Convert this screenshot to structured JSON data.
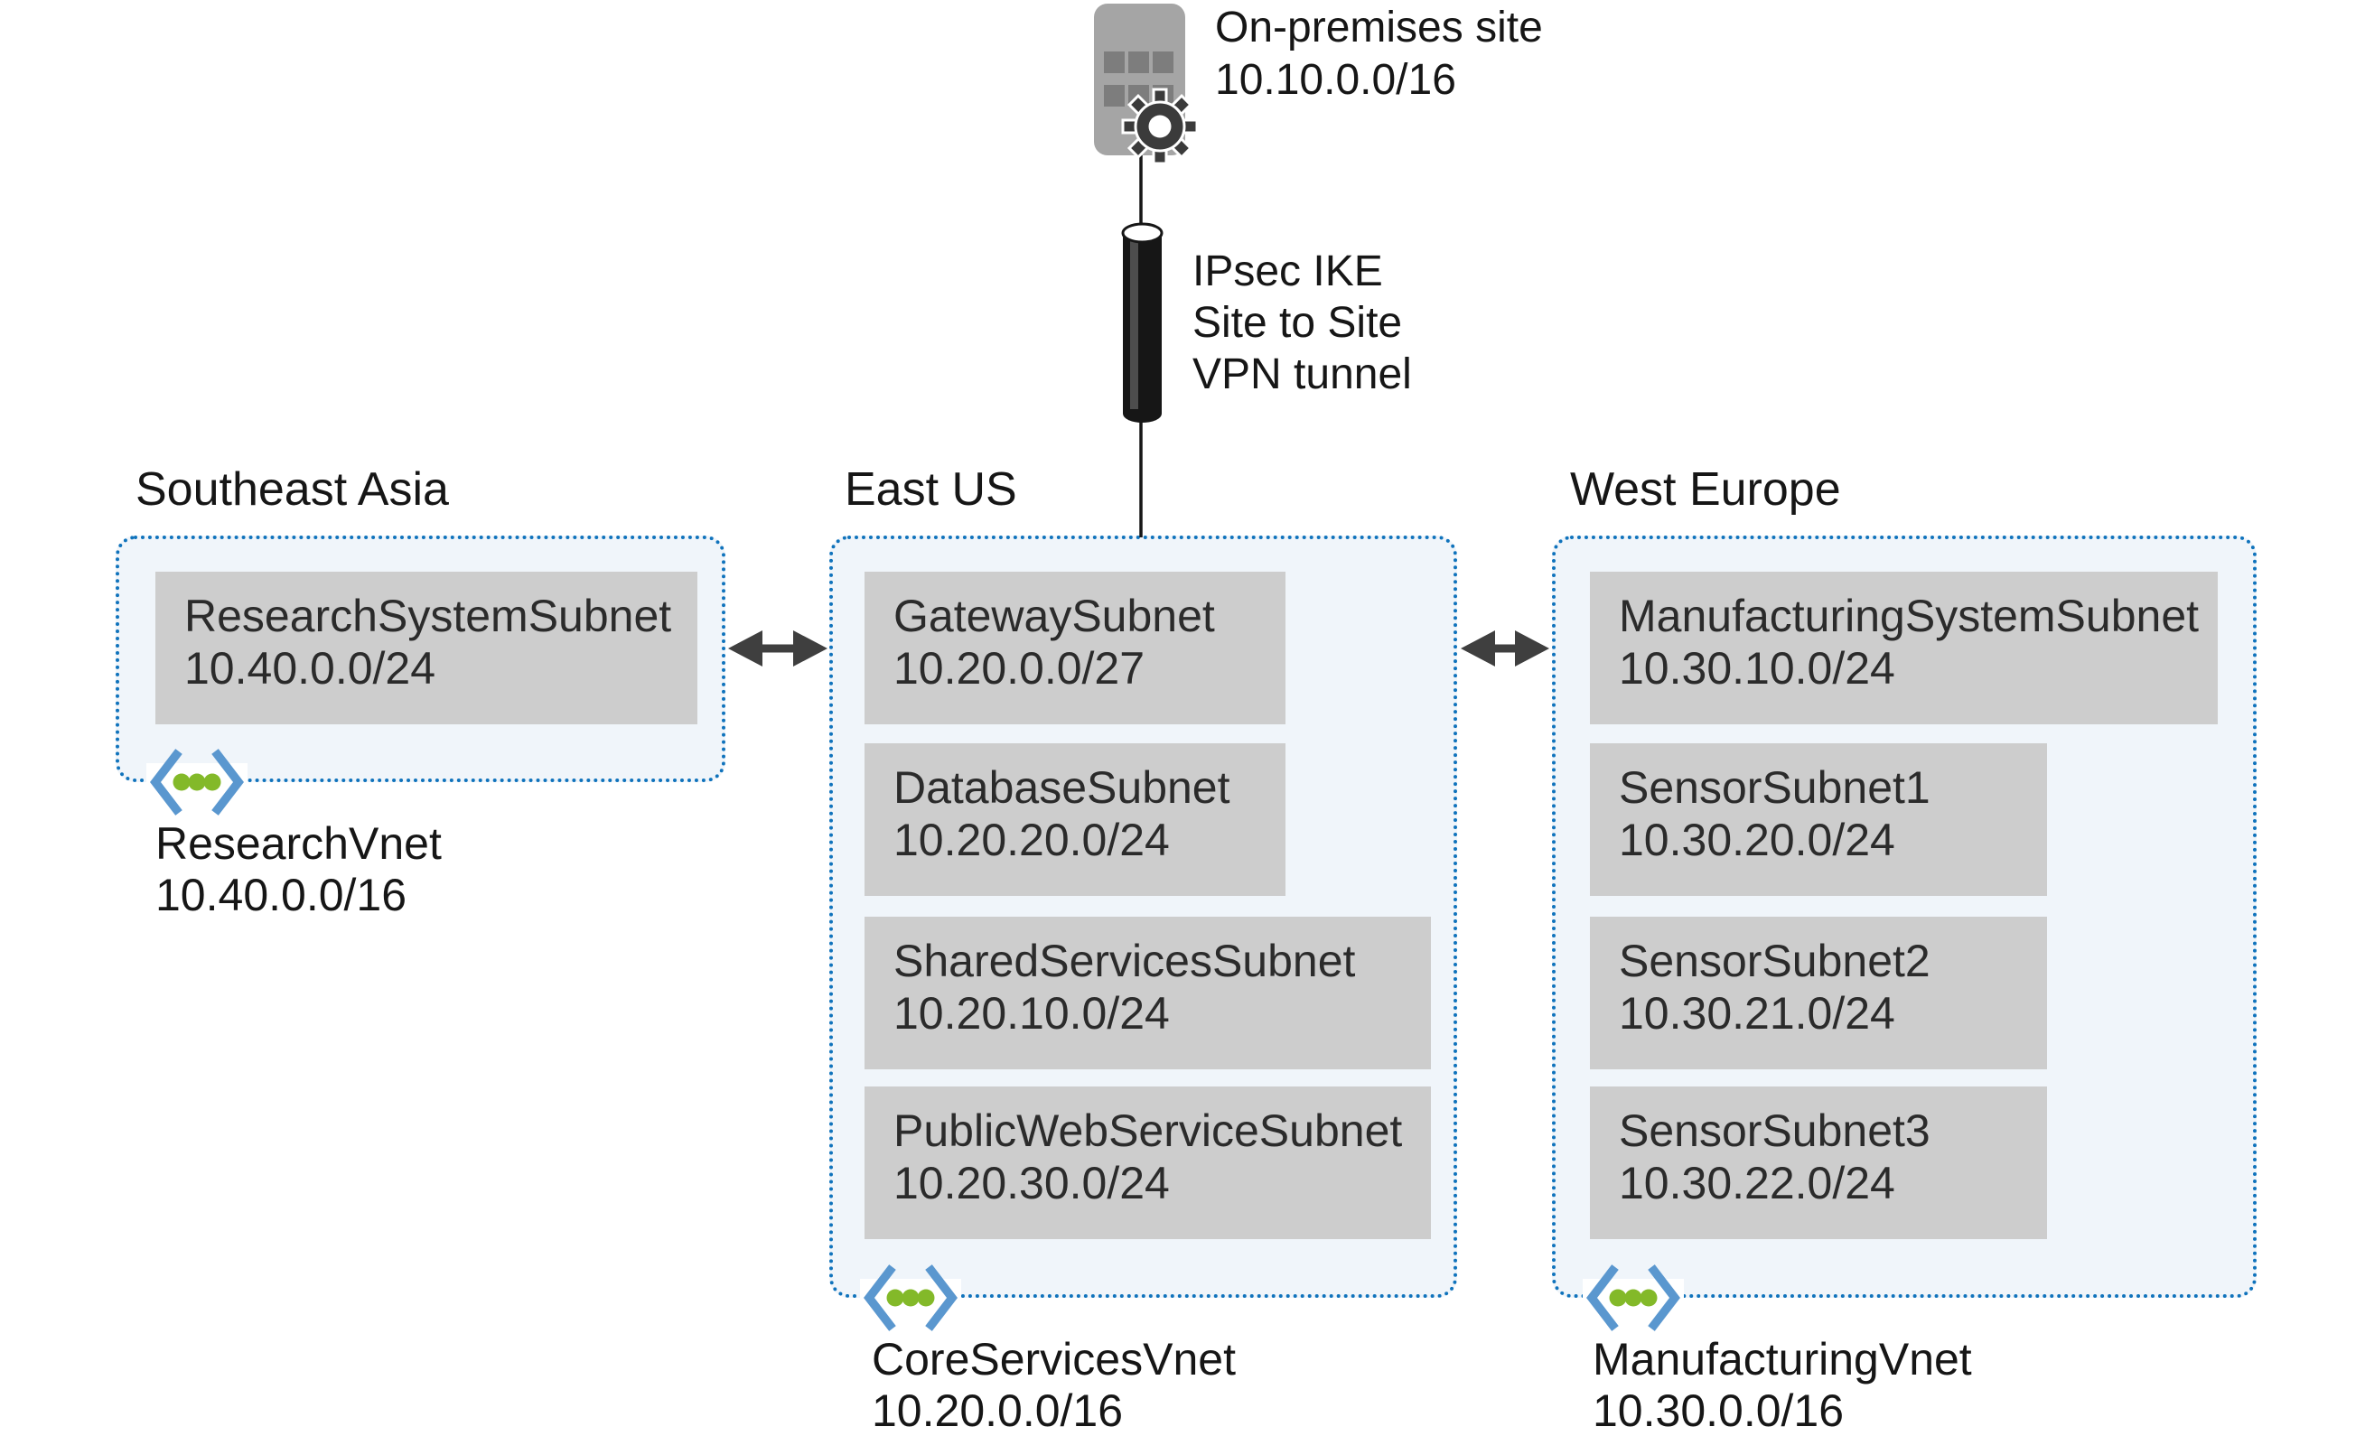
{
  "colors": {
    "border_blue": "#1073bc",
    "region_fill": "#f0f5fa",
    "subnet_fill": "#cdcdcd",
    "subnet_text": "#2b2b2b",
    "ink": "#161616",
    "arrow": "#3f3f3f",
    "building": "#a5a5a5",
    "building_window": "#7d7d7d",
    "gear": "#3b3b3b",
    "bracket_blue": "#5a97cf",
    "dot_green": "#83b929"
  },
  "icons": {
    "on_premises": "building-icon",
    "on_premises_badge": "gear-icon",
    "tunnel": "cylinder-icon",
    "vnet": "angle-brackets-with-three-dots-icon",
    "peering": "double-headed-arrow-icon"
  },
  "on_premises": {
    "label": "On-premises site",
    "cidr": "10.10.0.0/16"
  },
  "vpn_tunnel": {
    "lines": [
      "IPsec IKE",
      "Site to Site",
      "VPN tunnel"
    ]
  },
  "regions": [
    {
      "title": "Southeast Asia",
      "vnet_name": "ResearchVnet",
      "vnet_cidr": "10.40.0.0/16",
      "subnets": [
        {
          "name": "ResearchSystemSubnet",
          "cidr": "10.40.0.0/24"
        }
      ]
    },
    {
      "title": "East US",
      "vnet_name": "CoreServicesVnet",
      "vnet_cidr": "10.20.0.0/16",
      "subnets": [
        {
          "name": "GatewaySubnet",
          "cidr": "10.20.0.0/27"
        },
        {
          "name": "DatabaseSubnet",
          "cidr": "10.20.20.0/24"
        },
        {
          "name": "SharedServicesSubnet",
          "cidr": "10.20.10.0/24"
        },
        {
          "name": "PublicWebServiceSubnet",
          "cidr": "10.20.30.0/24"
        }
      ]
    },
    {
      "title": "West Europe",
      "vnet_name": "ManufacturingVnet",
      "vnet_cidr": "10.30.0.0/16",
      "subnets": [
        {
          "name": "ManufacturingSystemSubnet",
          "cidr": "10.30.10.0/24"
        },
        {
          "name": "SensorSubnet1",
          "cidr": "10.30.20.0/24"
        },
        {
          "name": "SensorSubnet2",
          "cidr": "10.30.21.0/24"
        },
        {
          "name": "SensorSubnet3",
          "cidr": "10.30.22.0/24"
        }
      ]
    }
  ]
}
